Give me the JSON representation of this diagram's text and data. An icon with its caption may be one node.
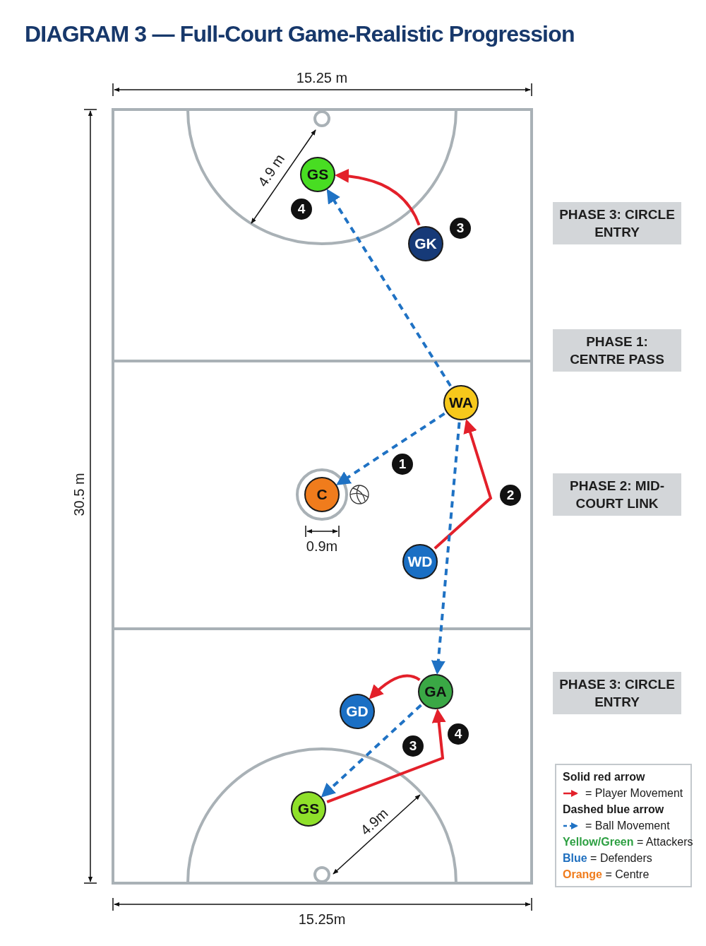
{
  "diagram": {
    "title": "DIAGRAM 3 — Full-Court Game-Realistic Progression",
    "nodes": [
      {
        "text": [
          "GS"
        ]
      },
      {
        "text": [
          "GK"
        ]
      },
      {
        "text": [
          "WA"
        ]
      },
      {
        "text": [
          "C"
        ]
      },
      {
        "text": [
          "WD"
        ]
      },
      {
        "text": [
          "GA"
        ]
      },
      {
        "text": [
          "GD"
        ]
      },
      {
        "text": [
          "GS"
        ]
      },
      {
        "text": [
          "PHASE 3: CIRCLE ENTRY"
        ]
      },
      {
        "text": [
          "PHASE 1: CENTRE PASS"
        ]
      },
      {
        "text": [
          "PHASE 2: MID-COURT LINK"
        ]
      },
      {
        "text": [
          "PHASE 3: CIRCLE ENTRY"
        ]
      }
    ],
    "edges": [
      {
        "from": 1,
        "to": 0,
        "arrow": "to",
        "color": "#e3202a"
      },
      {
        "from": 2,
        "to": 0,
        "arrow": "to",
        "style": "dashed",
        "color": "#1f72c4"
      },
      {
        "from": 2,
        "to": 3,
        "arrow": "to",
        "style": "dashed",
        "color": "#1f72c4"
      },
      {
        "from": 4,
        "to": 2,
        "arrow": "to",
        "color": "#e3202a"
      },
      {
        "from": 2,
        "to": 5,
        "arrow": "to",
        "style": "dashed",
        "color": "#1f72c4"
      },
      {
        "from": 5,
        "to": 6,
        "arrow": "to",
        "color": "#e3202a"
      },
      {
        "from": 5,
        "to": 7,
        "arrow": "to",
        "style": "dashed",
        "color": "#1f72c4"
      },
      {
        "from": 7,
        "to": 5,
        "arrow": "to",
        "color": "#e3202a"
      }
    ],
    "labels": [
      "15.25 m",
      "30.5 m",
      "4.9 m",
      "4",
      "3",
      "1",
      "0.9m",
      "2",
      "3",
      "4",
      "4.9m",
      "15.25m",
      "Solid red arrow",
      "Dashed blue arrow"
    ],
    "legend": [
      {
        "text": "= Player Movement"
      },
      {
        "text": "= Ball Movement"
      },
      {
        "text": "**Yellow/Green** = Attackers",
        "color": "#2ea043"
      },
      {
        "text": "**Blue** = Defenders",
        "color": "#1f6fbf"
      },
      {
        "text": "**Orange** = Centre",
        "color": "#f07c1c"
      }
    ]
  }
}
